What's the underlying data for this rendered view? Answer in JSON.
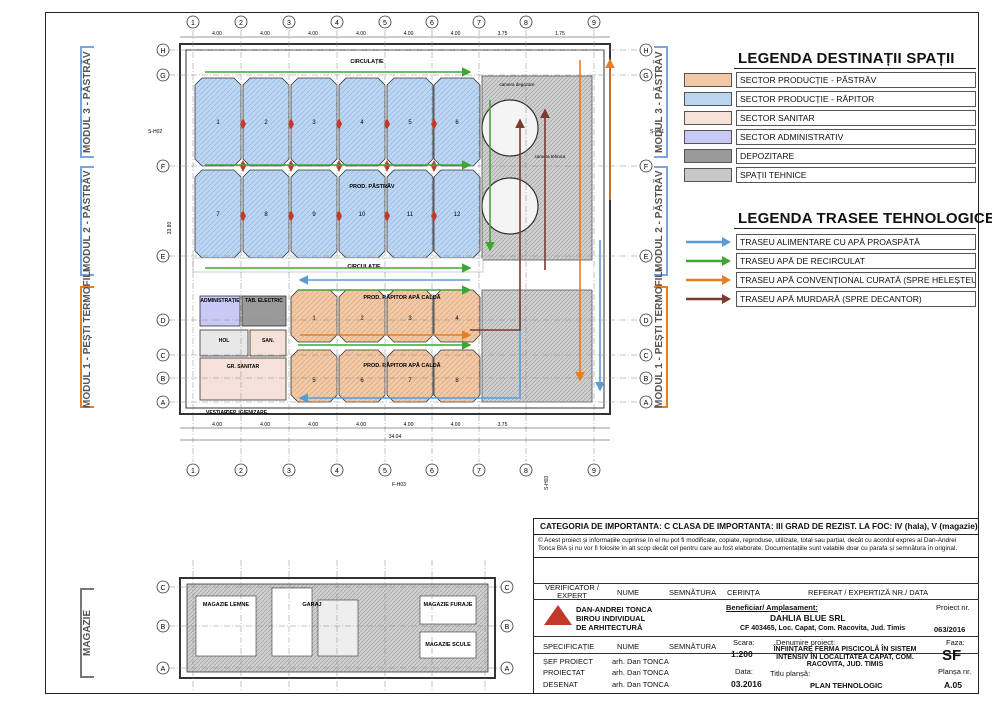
{
  "legend_spaces": {
    "title": "LEGENDA DESTINAȚII SPAȚII",
    "items": [
      {
        "label": "SECTOR PRODUCȚIE - PĂSTRĂV",
        "color": "#f2c9a6"
      },
      {
        "label": "SECTOR PRODUCȚIE - RĂPITOR",
        "color": "#bcd6f2"
      },
      {
        "label": "SECTOR SANITAR",
        "color": "#f6e1d8"
      },
      {
        "label": "SECTOR ADMINISTRATIV",
        "color": "#c8caf5"
      },
      {
        "label": "DEPOZITARE",
        "color": "#9a9a9a"
      },
      {
        "label": "SPAȚII TEHNICE",
        "color": "#c8c8c8"
      }
    ]
  },
  "legend_routes": {
    "title": "LEGENDA TRASEE TEHNOLOGICE",
    "items": [
      {
        "label": "TRASEU ALIMENTARE CU APĂ PROASPĂTĂ",
        "color": "#5b9bd5"
      },
      {
        "label": "TRASEU APĂ DE RECIRCULAT",
        "color": "#3aa832"
      },
      {
        "label": "TRASEU APĂ CONVENȚIONAL CURATĂ (SPRE HELEȘTEU)",
        "color": "#e67e22"
      },
      {
        "label": "TRASEU APĂ MURDARĂ (SPRE DECANTOR)",
        "color": "#7b3b2e"
      }
    ]
  },
  "modules": [
    "MODUL 3 - PĂSTRĂV",
    "MODUL 2 - PĂSTRĂV",
    "MODUL 1 - PEȘTI TERMOFILI",
    "MAGAZIE"
  ],
  "plan": {
    "grid_cols": [
      "1",
      "2",
      "3",
      "4",
      "5",
      "6",
      "7",
      "8",
      "9"
    ],
    "grid_rows": [
      "H",
      "G",
      "F",
      "E",
      "D",
      "C",
      "B",
      "A"
    ],
    "top_dims": [
      "4.00",
      "4.00",
      "4.00",
      "4.00",
      "4.00",
      "4.00",
      "3.75",
      "1.75"
    ],
    "bottom_dims": [
      "4.00",
      "4.00",
      "4.00",
      "4.00",
      "4.00",
      "4.00",
      "3.75"
    ],
    "total_width": "34.04",
    "total_height": "33.80",
    "tanks_top": [
      "1",
      "2",
      "3",
      "4",
      "5",
      "6"
    ],
    "tanks_mid": [
      "7",
      "8",
      "9",
      "10",
      "11",
      "12"
    ],
    "tanks_low": [
      "1",
      "2",
      "3",
      "4"
    ],
    "tanks_bot": [
      "5",
      "6",
      "7",
      "8"
    ],
    "labels": {
      "circulatie": "CIRCULAȚIE",
      "prod_pastrav": "PROD. PĂSTRĂV",
      "prod_rapitor_1": "PROD. RĂPITOR APĂ CALDĂ",
      "prod_rapitor_2": "PROD. RĂPITOR APĂ CALDĂ",
      "administratie": "ADMINISTRAȚIE",
      "tab_electric": "TAB. ELECTRIC",
      "hol": "HOL",
      "san": "SAN.",
      "gr_sanitar": "GR. SANITAR",
      "vestiar": "VESTIAR",
      "dep_igienizare": "DEP. IGIENIZARE",
      "camera_degazare": "camera degazare",
      "camera_tehnica": "camera tehnica"
    },
    "section_marks": [
      "S-H02",
      "F-H03",
      "S-H01",
      "S-H03"
    ]
  },
  "annex": {
    "labels": {
      "magazie_lemne": "MAGAZIE LEMNE",
      "garaj": "GARAJ",
      "magazie_furaje": "MAGAZIE FURAJE",
      "magazie_scule": "MAGAZIE SCULE"
    },
    "rows": [
      "C",
      "B",
      "A"
    ]
  },
  "title_block": {
    "category": "CATEGORIA DE IMPORTANTA: C CLASA DE IMPORTANTA: III GRAD DE REZIST. LA FOC: IV (hala), V (magazie)",
    "notice": "© Acest proiect și informațiile cuprinse în el nu pot fi modificate, copiate, reproduse, utilizate, total sau parțial, decât cu acordul expres al Dan-Andrei Tonca BIA și nu vor fi folosite în alt scop decât cel pentru care au fost elaborate. Documentațiile sunt valabile doar cu parafa și semnătura în original.",
    "h_verificator": "VERIFICATOR / EXPERT",
    "h_nume": "NUME",
    "h_semnatura": "SEMNĂTURA",
    "h_cerinta": "CERINȚA",
    "h_referat": "REFERAT / EXPERTIZĂ NR./ DATA",
    "firm_line1": "DAN-ANDREI TONCA",
    "firm_line2": "BIROU INDIVIDUAL",
    "firm_line3": "DE ARHITECTURĂ",
    "beneficiar_label": "Beneficiar/ Amplasament:",
    "beneficiar": "DAHLIA BLUE SRL",
    "amplasament": "CF 403465, Loc. Capat, Com. Racovita, Jud. Timis",
    "proiect_nr_label": "Proiect nr.",
    "proiect_nr": "063/2016",
    "h_specificatie": "SPECIFICAȚIE",
    "scara_label": "Scara:",
    "scara": "1:200",
    "denumire_label": "Denumire proiect:",
    "denumire": "ÎNFIINȚARE FERMA PISCICOLĂ ÎN SISTEM INTENSIV ÎN LOCALITATEA CAPAT, COM. RACOVITA, JUD. TIMIS",
    "faza_label": "Faza:",
    "faza": "SF",
    "sef_proiect": "ȘEF PROIECT",
    "proiectat": "PROIECTAT",
    "desenat": "DESENAT",
    "nume_tonca": "arh. Dan TONCA",
    "data_label": "Data:",
    "data": "03.2016",
    "titlu_label": "Titlu planșă:",
    "titlu": "PLAN TEHNOLOGIC",
    "plansa_label": "Planșa nr.",
    "plansa": "A.05"
  }
}
